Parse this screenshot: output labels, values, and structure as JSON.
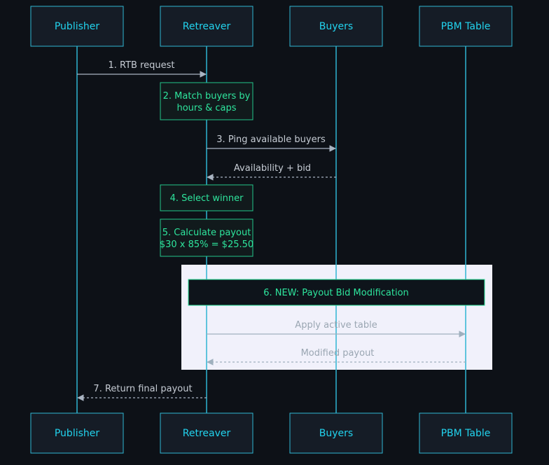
{
  "participants": {
    "publisher": "Publisher",
    "retreaver": "Retreaver",
    "buyers": "Buyers",
    "pbm_table": "PBM Table"
  },
  "messages": {
    "m1": "1. RTB request",
    "m3": "3. Ping available buyers",
    "m_avail": "Availability + bid",
    "m_apply": "Apply active table",
    "m_modified": "Modified payout",
    "m7": "7. Return final payout"
  },
  "notes": {
    "n2_line1": "2. Match buyers by",
    "n2_line2": "hours & caps",
    "n4": "4. Select winner",
    "n5_line1": "5. Calculate payout",
    "n5_line2": "$30 x 85% = $25.50"
  },
  "highlight": {
    "title": "6. NEW: Payout Bid Modification"
  },
  "colors": {
    "background": "#0d1117",
    "participant_text": "#22d3ee",
    "lifeline": "#2fb6d3",
    "note_text": "#2ee59d",
    "highlight_region": "#f1f1fb"
  }
}
